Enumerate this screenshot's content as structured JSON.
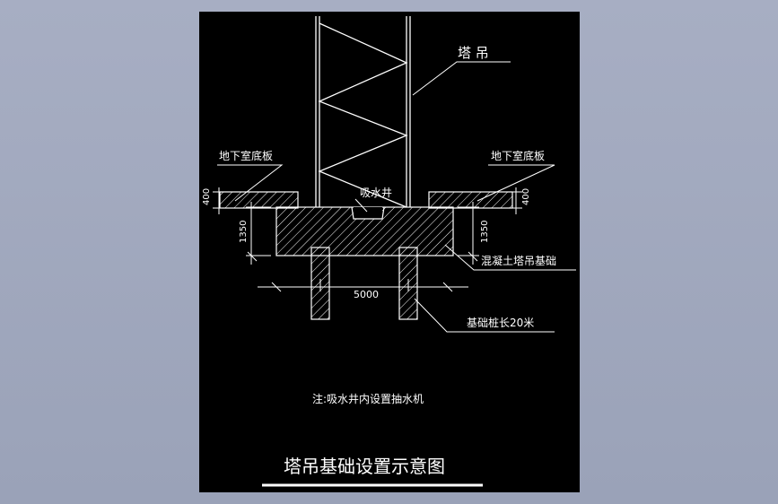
{
  "drawing": {
    "tower_crane_label": "塔  吊",
    "basement_slab_left": "地下室底板",
    "basement_slab_right": "地下室底板",
    "sump_label": "吸水井",
    "dim_400_left": "400",
    "dim_400_right": "400",
    "dim_1350_left": "1350",
    "dim_1350_right": "1350",
    "concrete_foundation_label": "混凝土塔吊基础",
    "dim_5000": "5000",
    "pile_label": "基础桩长20米",
    "note": "注:吸水井内设置抽水机",
    "title": "塔吊基础设置示意图"
  },
  "colors": {
    "background": "#9aa2b8",
    "canvas": "#000000",
    "lines": "#ffffff"
  }
}
